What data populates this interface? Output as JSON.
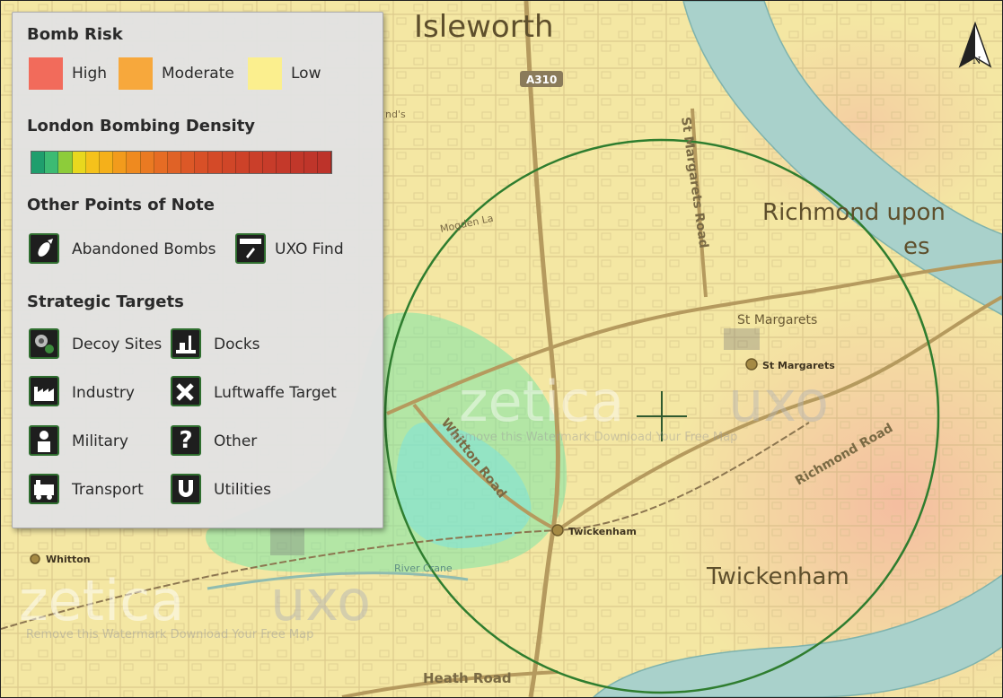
{
  "legend": {
    "bomb_risk": {
      "title": "Bomb Risk",
      "levels": [
        {
          "label": "High",
          "color": "#f26b5b"
        },
        {
          "label": "Moderate",
          "color": "#f7a83c"
        },
        {
          "label": "Low",
          "color": "#fbef8e"
        }
      ]
    },
    "density": {
      "title": "London Bombing Density",
      "colors": [
        "#1f9e6d",
        "#3cbb73",
        "#8dcc3a",
        "#e8d81e",
        "#f5c21b",
        "#f5b01a",
        "#f29b1c",
        "#ef8a1f",
        "#ea7a22",
        "#e66c24",
        "#e06226",
        "#dc5827",
        "#d85027",
        "#d44a28",
        "#d04628",
        "#cd4229",
        "#ca3f2a",
        "#c73c2a",
        "#c4392a",
        "#c1372a",
        "#bf352a",
        "#bd332a"
      ]
    },
    "points_of_note": {
      "title": "Other Points of Note",
      "items": [
        {
          "label": "Abandoned Bombs",
          "icon": "abandoned-bomb-icon"
        },
        {
          "label": "UXO Find",
          "icon": "uxo-find-icon"
        }
      ]
    },
    "strategic_targets": {
      "title": "Strategic Targets",
      "items": [
        {
          "label": "Decoy Sites",
          "icon": "decoy-site-icon"
        },
        {
          "label": "Docks",
          "icon": "docks-icon"
        },
        {
          "label": "Industry",
          "icon": "industry-icon"
        },
        {
          "label": "Luftwaffe Target",
          "icon": "luftwaffe-target-icon"
        },
        {
          "label": "Military",
          "icon": "military-icon"
        },
        {
          "label": "Other",
          "icon": "other-question-icon"
        },
        {
          "label": "Transport",
          "icon": "transport-icon"
        },
        {
          "label": "Utilities",
          "icon": "utilities-icon"
        }
      ]
    }
  },
  "map": {
    "places": {
      "isleworth": "Isleworth",
      "richmond": "Richmond upon",
      "richmond2": "es",
      "twickenham": "Twickenham",
      "st_margarets_area": "St Margarets",
      "st_margarets_station": "St Margarets",
      "twickenham_station": "Twickenham",
      "whitton": "Whitton",
      "road_a310": "A310",
      "st_margarets_road": "St Margarets Road",
      "whitton_road": "Whitton Road",
      "richmond_road": "Richmond Road",
      "heath_road": "Heath Road",
      "river_crane": "River Crane",
      "morden_lane": "Mogden La",
      "small_label": "nd's"
    },
    "north": "N",
    "watermark": {
      "brand_a": "zetica",
      "brand_b": "uxo",
      "note": "Remove this Watermark Download Your Free Map"
    },
    "colors": {
      "base": "#efe0a6",
      "yellow": "#f7eca0",
      "orange": "#f3c9a0",
      "green": "#7ee6a8",
      "cyan": "#7fe2d9",
      "river": "#a9d1cb",
      "radius": "#2f7d2f"
    }
  }
}
